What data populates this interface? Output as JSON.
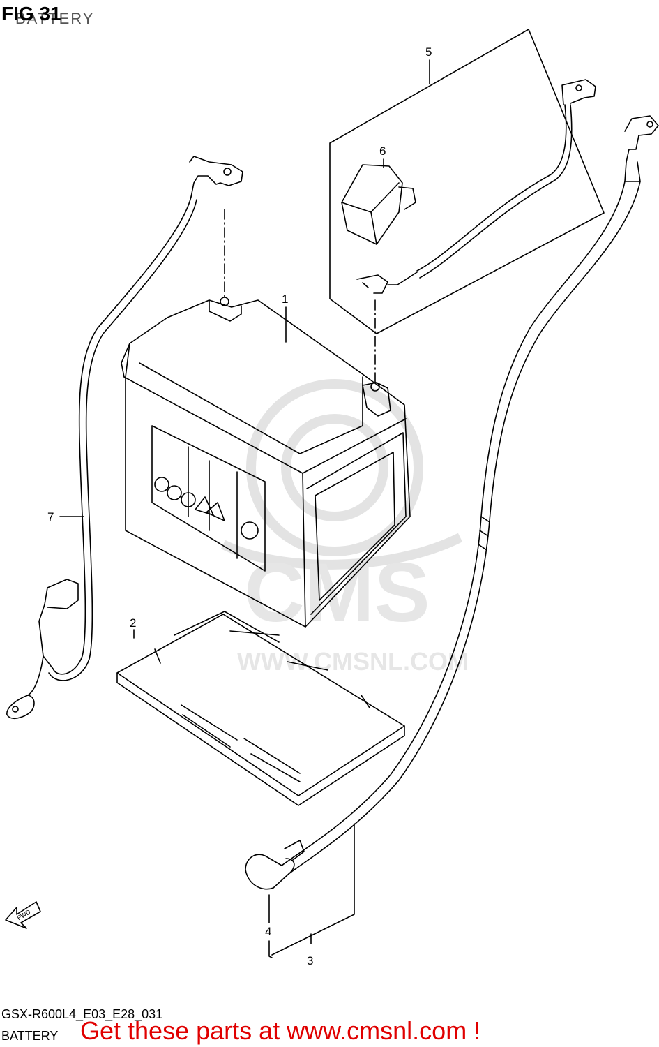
{
  "header": {
    "figure": "FIG 31",
    "subtitle": "BATTERY"
  },
  "callouts": {
    "c1": "1",
    "c2": "2",
    "c3": "3",
    "c4": "4",
    "c5": "5",
    "c6": "6",
    "c7": "7"
  },
  "arrow": {
    "label": "FWD"
  },
  "watermark": {
    "brand": "CMS",
    "site": "WWW.CMSNL.COM"
  },
  "footer": {
    "model_code": "GSX-R600L4_E03_E28_031",
    "name": "BATTERY",
    "promo": "Get these parts at www.cmsnl.com !"
  },
  "colors": {
    "promo": "#e00000",
    "line": "#000000",
    "watermark": "#d9d9d9"
  }
}
